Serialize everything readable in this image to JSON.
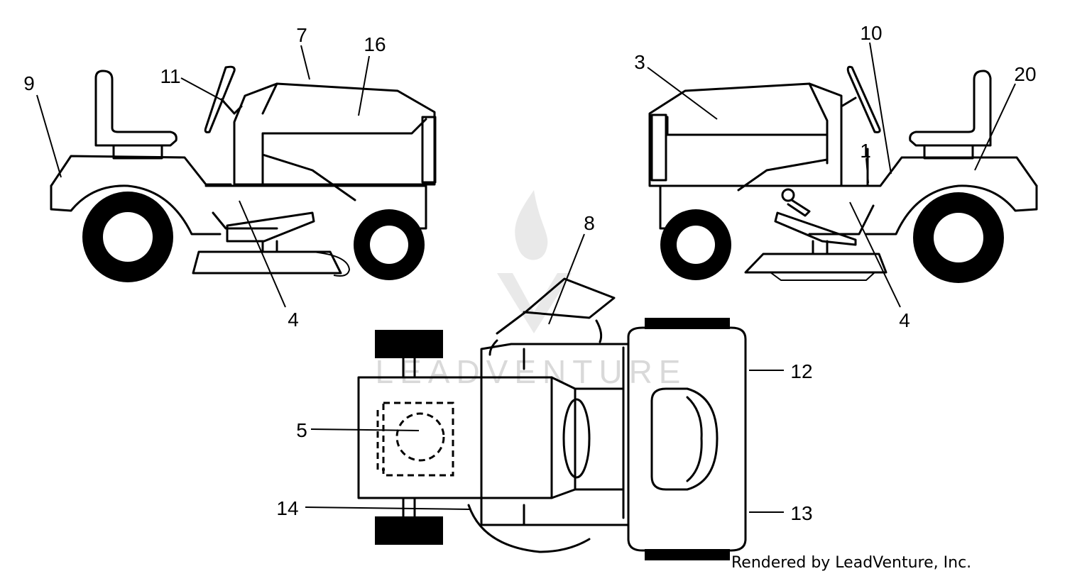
{
  "callouts": {
    "c1": "1",
    "c3": "3",
    "c4a": "4",
    "c4b": "4",
    "c5": "5",
    "c7": "7",
    "c8": "8",
    "c9": "9",
    "c10": "10",
    "c11": "11",
    "c12": "12",
    "c13": "13",
    "c14": "14",
    "c16": "16",
    "c20": "20"
  },
  "credit": "Rendered by LeadVenture, Inc.",
  "watermark": {
    "text": "LEADVENTURE",
    "color": "#d9d9d9"
  },
  "colors": {
    "line": "#000000",
    "background": "#ffffff"
  }
}
